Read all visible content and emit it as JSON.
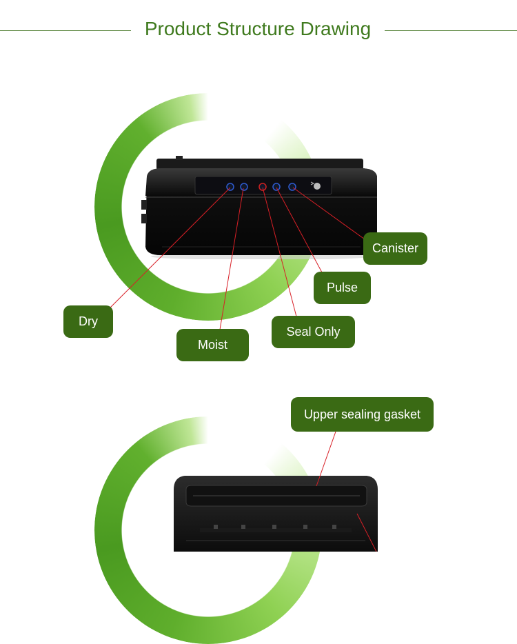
{
  "header": {
    "title": "Product Structure Drawing"
  },
  "labels": {
    "dry": "Dry",
    "moist": "Moist",
    "seal_only": "Seal Only",
    "pulse": "Pulse",
    "canister": "Canister",
    "upper_sealing_gasket": "Upper sealing gasket"
  },
  "colors": {
    "title_green": "#3f7a1e",
    "label_green": "#3a6a14",
    "ring_green": "#5fae2c",
    "leader_red": "#d81f26",
    "device_black": "#0e0e0e"
  }
}
